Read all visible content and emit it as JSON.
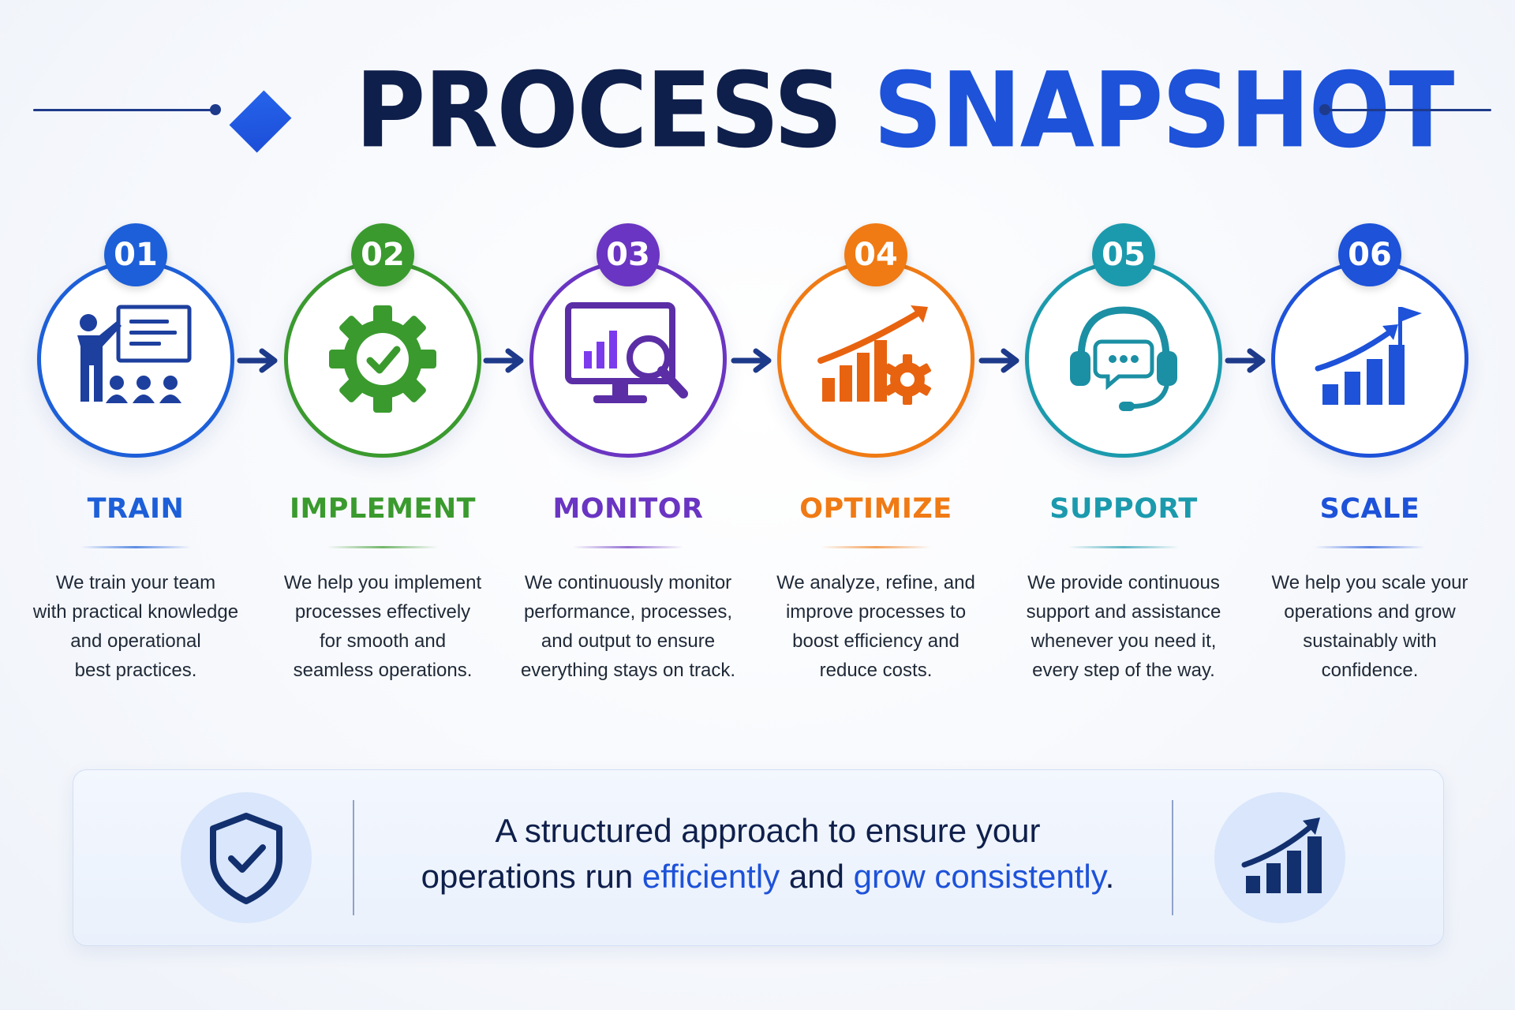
{
  "title": {
    "part1": "PROCESS",
    "part2": "SNAPSHOT"
  },
  "colors": {
    "navy": "#0f1f4b",
    "accent_blue": "#1d52d9"
  },
  "steps": [
    {
      "number": "01",
      "title": "TRAIN",
      "color": "#1d5fd8",
      "icon": "trainer-presentation-icon",
      "desc": [
        "We train your team",
        "with practical knowledge",
        "and operational",
        "best practices."
      ]
    },
    {
      "number": "02",
      "title": "IMPLEMENT",
      "color": "#3a9a2e",
      "icon": "gear-check-icon",
      "desc": [
        "We help you implement",
        "processes effectively",
        "for smooth and",
        "seamless operations."
      ]
    },
    {
      "number": "03",
      "title": "MONITOR",
      "color": "#6a35c2",
      "icon": "monitor-magnifier-icon",
      "desc": [
        "We continuously monitor",
        "performance, processes,",
        "and output to ensure",
        "everything stays on track."
      ]
    },
    {
      "number": "04",
      "title": "OPTIMIZE",
      "color": "#f07a14",
      "icon": "growth-gear-icon",
      "desc": [
        "We analyze, refine, and",
        "improve processes to",
        "boost efficiency and",
        "reduce costs."
      ]
    },
    {
      "number": "05",
      "title": "SUPPORT",
      "color": "#1b9aad",
      "icon": "headset-chat-icon",
      "desc": [
        "We provide continuous",
        "support and assistance",
        "whenever you need it,",
        "every step of the way."
      ]
    },
    {
      "number": "06",
      "title": "SCALE",
      "color": "#1d52d9",
      "icon": "growth-flag-icon",
      "desc": [
        "We help you scale your",
        "operations and grow",
        "sustainably with",
        "confidence."
      ]
    }
  ],
  "banner": {
    "line1": "A structured approach to ensure your",
    "line2_prefix": "operations run ",
    "highlight1": "efficiently",
    "connector": " and ",
    "highlight2": "grow consistently",
    "suffix": ".",
    "left_icon": "shield-check-icon",
    "right_icon": "growth-chart-icon"
  }
}
